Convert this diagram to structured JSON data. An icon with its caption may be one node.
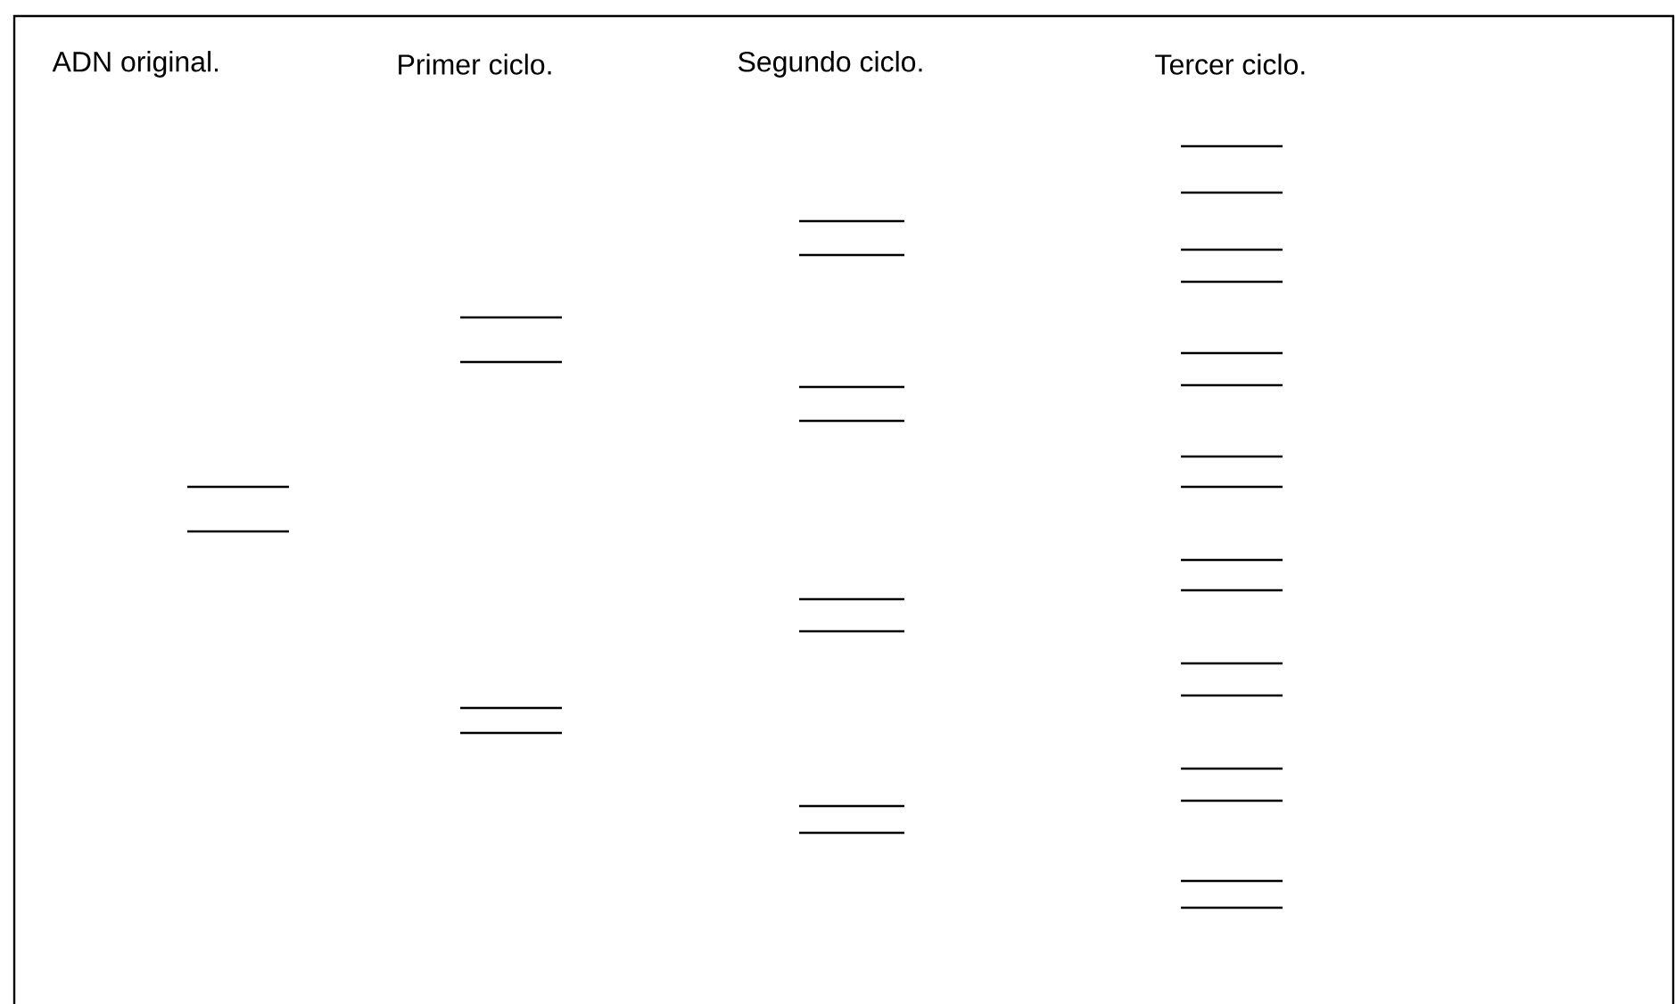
{
  "diagram": {
    "labels": [
      "ADN original.",
      "Primer ciclo.",
      "Segundo ciclo.",
      "Tercer ciclo."
    ]
  }
}
